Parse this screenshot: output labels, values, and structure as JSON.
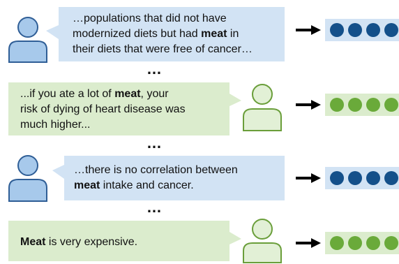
{
  "colors": {
    "blue_fill": "#d2e3f4",
    "blue_person_fill": "#a7c9eb",
    "blue_person_stroke": "#2f5e96",
    "green_fill": "#dbeccd",
    "green_person_fill": "#e2f0d6",
    "green_person_stroke": "#6a9e3a",
    "blue_vector_dot": "#14508a",
    "green_vector_dot": "#6aaa3a",
    "arrow": "#000000"
  },
  "ellipsis": "…",
  "rows": [
    {
      "speaker": "blue",
      "parts": [
        {
          "text": "…populations that did not have",
          "bold": false,
          "br": true
        },
        {
          "text": "modernized diets but had ",
          "bold": false
        },
        {
          "text": "meat",
          "bold": true
        },
        {
          "text": " in",
          "bold": false,
          "br": true
        },
        {
          "text": "their diets that were free of cancer…",
          "bold": false
        }
      ]
    },
    {
      "speaker": "green",
      "parts": [
        {
          "text": "...if you ate a lot of ",
          "bold": false
        },
        {
          "text": "meat",
          "bold": true
        },
        {
          "text": ", your",
          "bold": false,
          "br": true
        },
        {
          "text": "risk of dying of heart disease was",
          "bold": false,
          "br": true
        },
        {
          "text": "much higher...",
          "bold": false
        }
      ]
    },
    {
      "speaker": "blue",
      "parts": [
        {
          "text": "…there is no correlation between",
          "bold": false,
          "br": true
        },
        {
          "text": "meat",
          "bold": true
        },
        {
          "text": " intake and cancer.",
          "bold": false
        }
      ]
    },
    {
      "speaker": "green",
      "parts": [
        {
          "text": "Meat",
          "bold": true
        },
        {
          "text": " is very expensive.",
          "bold": false
        }
      ]
    }
  ]
}
